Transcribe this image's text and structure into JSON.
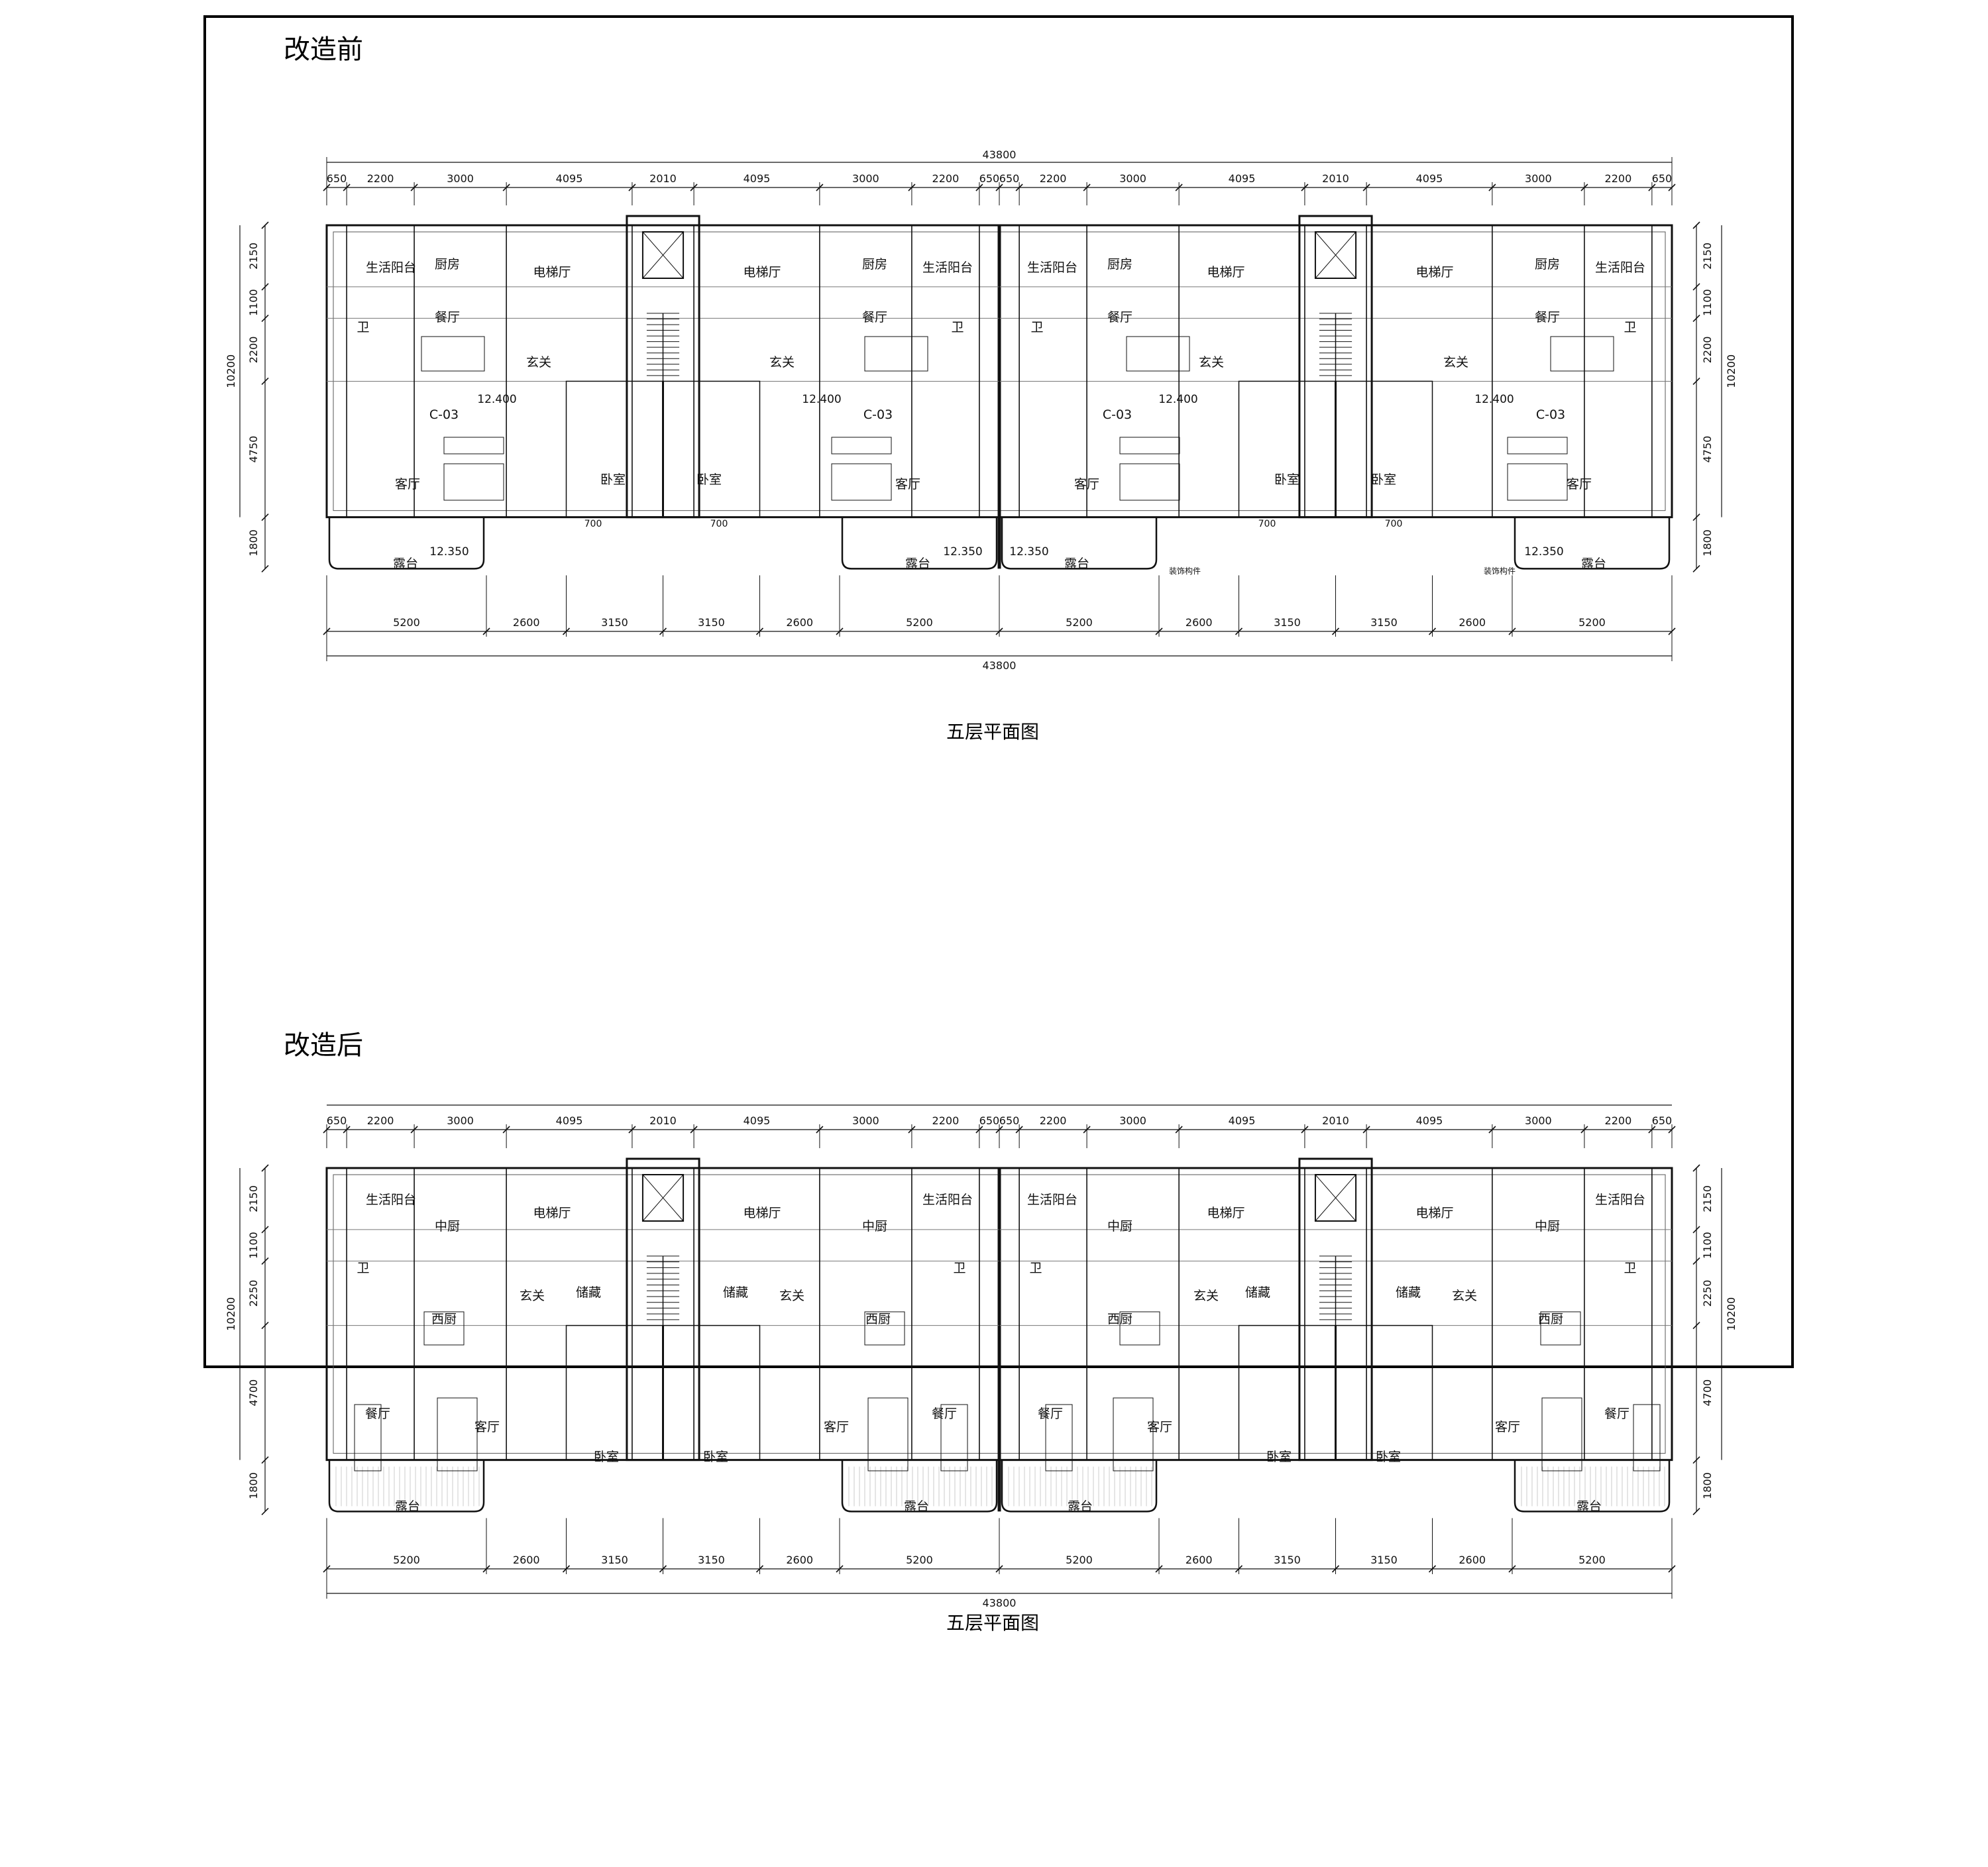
{
  "sheet": {
    "before_heading": "改造前",
    "after_heading": "改造后"
  },
  "before": {
    "caption": "五层平面图",
    "overall_width": "43800",
    "top_dims": [
      "650",
      "2200",
      "3000",
      "4095",
      "2010",
      "4095",
      "3000",
      "2200",
      "650",
      "650",
      "2200",
      "3000",
      "4095",
      "2010",
      "4095",
      "3000",
      "2200",
      "650"
    ],
    "bottom_dims": [
      "5200",
      "2600",
      "3150",
      "3150",
      "2600",
      "5200",
      "5200",
      "2600",
      "3150",
      "3150",
      "2600",
      "5200"
    ],
    "left_dims": [
      "2150",
      "1100",
      "2200",
      "4750",
      "1800"
    ],
    "right_dims": [
      "2150",
      "1100",
      "2200",
      "4750",
      "1800"
    ],
    "total_depth": "10200",
    "rooms": {
      "balcony": "生活阳台",
      "kitchen": "厨房",
      "elevator_hall": "电梯厅",
      "bath": "卫",
      "dining": "餐厅",
      "foyer": "玄关",
      "living": "客厅",
      "bedroom": "卧室",
      "terrace": "露台",
      "unit_type": "C-03",
      "decor": "装饰构件"
    },
    "levels": {
      "upper": "12.400",
      "lower": "12.350"
    },
    "door_dim": "700"
  },
  "after": {
    "caption": "五层平面图",
    "top_dims": [
      "650",
      "2200",
      "3000",
      "4095",
      "2010",
      "4095",
      "3000",
      "2200",
      "650",
      "650",
      "2200",
      "3000",
      "4095",
      "2010",
      "4095",
      "3000",
      "2200",
      "650"
    ],
    "bottom_dims": [
      "5200",
      "2600",
      "3150",
      "3150",
      "2600",
      "5200",
      "5200",
      "2600",
      "3150",
      "3150",
      "2600",
      "5200"
    ],
    "bottom_total": "43800",
    "left_dims": [
      "2150",
      "1100",
      "2250",
      "4700",
      "1800"
    ],
    "right_dims": [
      "2150",
      "1100",
      "2250",
      "4700",
      "1800"
    ],
    "total_depth": "10200",
    "rooms": {
      "balcony": "生活阳台",
      "chinese_kitchen": "中厨",
      "elevator_hall": "电梯厅",
      "bath": "卫",
      "western_kitchen": "西厨",
      "foyer": "玄关",
      "storage": "储藏",
      "dining": "餐厅",
      "living": "客厅",
      "bedroom": "卧室",
      "terrace": "露台"
    }
  }
}
